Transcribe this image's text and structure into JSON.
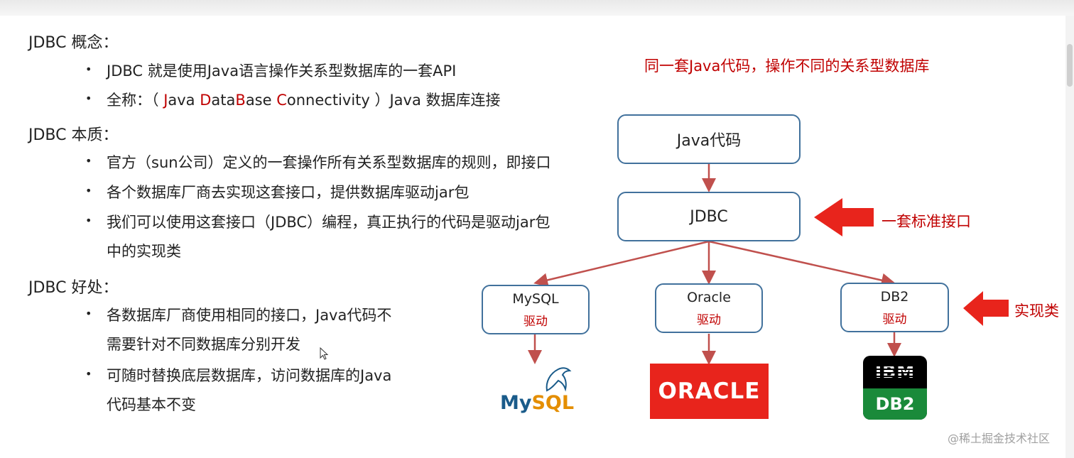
{
  "sections": {
    "concept": {
      "title": "JDBC 概念：",
      "bullet1": "JDBC 就是使用Java语言操作关系型数据库的一套API",
      "bullet2": {
        "prefix": "全称：（ ",
        "j": "J",
        "j_rest": "ava ",
        "d": "D",
        "d_rest": "ata",
        "b": "B",
        "b_rest": "ase ",
        "c": "C",
        "c_rest": "onnectivity ）Java 数据库连接"
      }
    },
    "essence": {
      "title": "JDBC 本质：",
      "bullet1": "官方（sun公司）定义的一套操作所有关系型数据库的规则，即接口",
      "bullet2": "各个数据库厂商去实现这套接口，提供数据库驱动jar包",
      "bullet3": "我们可以使用这套接口（JDBC）编程，真正执行的代码是驱动jar包",
      "bullet3_cont": "中的实现类"
    },
    "benefits": {
      "title": "JDBC 好处：",
      "bullet1": "各数据库厂商使用相同的接口，Java代码不",
      "bullet1_cont": "需要针对不同数据库分别开发",
      "bullet2": "可随时替换底层数据库，访问数据库的Java",
      "bullet2_cont": "代码基本不变"
    }
  },
  "diagram": {
    "title": "同一套Java代码，操作不同的关系型数据库",
    "java_box": "Java代码",
    "jdbc_box": "JDBC",
    "standard_label": "一套标准接口",
    "impl_label": "实现类",
    "drivers": [
      {
        "name": "MySQL",
        "sub": "驱动"
      },
      {
        "name": "Oracle",
        "sub": "驱动"
      },
      {
        "name": "DB2",
        "sub": "驱动"
      }
    ],
    "logos": {
      "mysql_my": "My",
      "mysql_sql": "SQL",
      "oracle": "ORACLE",
      "ibm": "IBM",
      "db2": "DB2"
    },
    "colors": {
      "accent_red": "#c00000",
      "box_border": "#41719c",
      "connector": "#c0504d"
    }
  },
  "watermark": "@稀土掘金技术社区"
}
